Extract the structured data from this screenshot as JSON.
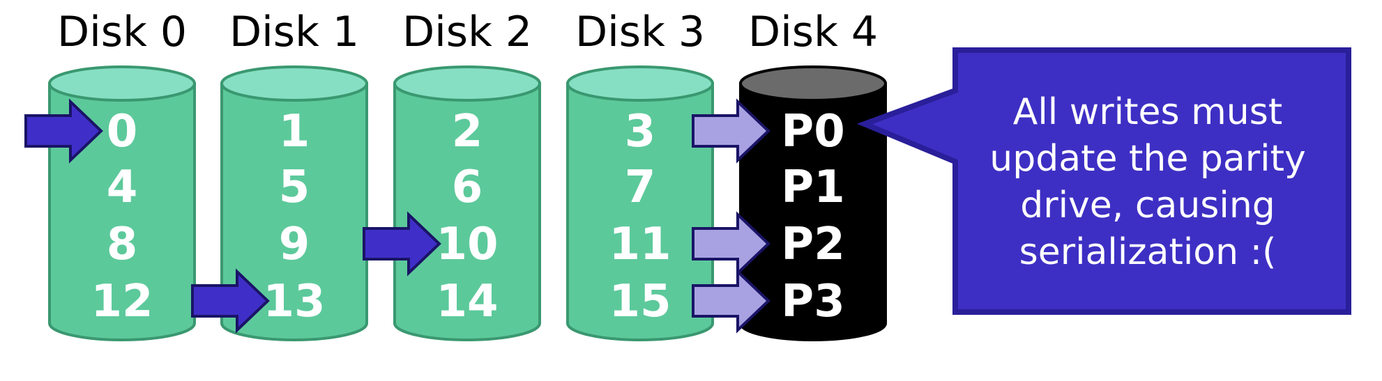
{
  "colors": {
    "data_disk_fill": "#5cc99b",
    "data_disk_top": "#86dfc3",
    "data_disk_stroke": "#3a9870",
    "parity_disk_fill": "#000000",
    "parity_disk_top": "#6b6b6b",
    "arrow_dark": "#3f2fc8",
    "arrow_light": "#a8a2e3",
    "arrow_stroke": "#1a1466",
    "callout_fill": "#3e2fc4",
    "callout_stroke": "#2a1f9a",
    "label_text": "#000000",
    "block_text": "#ffffff"
  },
  "disks": [
    {
      "label": "Disk 0",
      "kind": "data",
      "blocks": [
        "0",
        "4",
        "8",
        "12"
      ]
    },
    {
      "label": "Disk 1",
      "kind": "data",
      "blocks": [
        "1",
        "5",
        "9",
        "13"
      ]
    },
    {
      "label": "Disk 2",
      "kind": "data",
      "blocks": [
        "2",
        "6",
        "10",
        "14"
      ]
    },
    {
      "label": "Disk 3",
      "kind": "data",
      "blocks": [
        "3",
        "7",
        "11",
        "15"
      ]
    },
    {
      "label": "Disk 4",
      "kind": "parity",
      "blocks": [
        "P0",
        "P1",
        "P2",
        "P3"
      ]
    }
  ],
  "write_arrows": [
    {
      "disk": 0,
      "row": 0,
      "style": "dark"
    },
    {
      "disk": 1,
      "row": 3,
      "style": "dark"
    },
    {
      "disk": 2,
      "row": 2,
      "style": "dark"
    },
    {
      "disk": 4,
      "row": 0,
      "style": "light"
    },
    {
      "disk": 4,
      "row": 2,
      "style": "light"
    },
    {
      "disk": 4,
      "row": 3,
      "style": "light"
    }
  ],
  "callout": {
    "lines": [
      "All writes must",
      "update the parity",
      "drive, causing",
      "serialization :("
    ]
  }
}
